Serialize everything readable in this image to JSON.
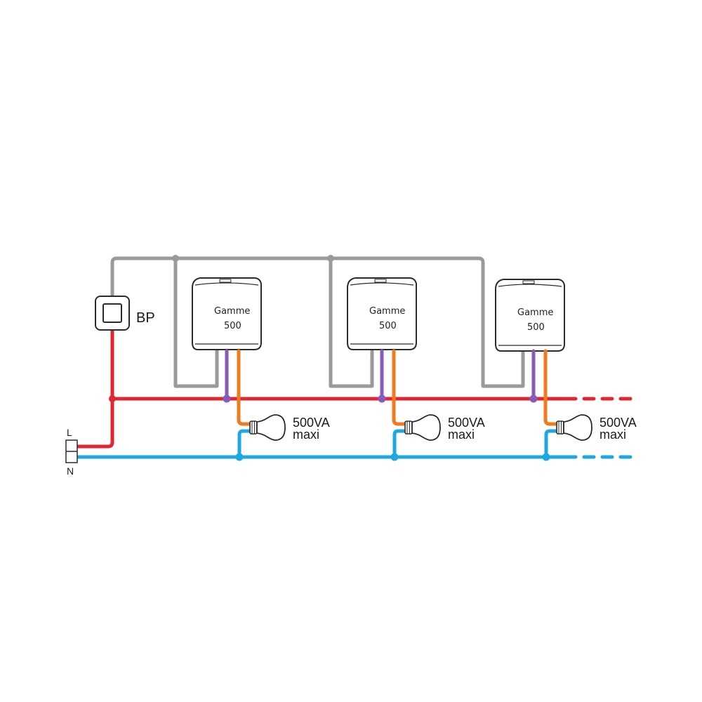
{
  "colors": {
    "phase": "#e32431",
    "neutral": "#1fa8e0",
    "control": "#9a9a9a",
    "load": "#f07a1e",
    "pilot": "#8a5ab8",
    "outline": "#2b2b2b"
  },
  "switch": {
    "label": "BP"
  },
  "supply": {
    "live_label": "L",
    "neutral_label": "N"
  },
  "modules": [
    {
      "line1": "Gamme",
      "line2": "500"
    },
    {
      "line1": "Gamme",
      "line2": "500"
    },
    {
      "line1": "Gamme",
      "line2": "500"
    }
  ],
  "lamps": [
    {
      "line1": "500VA",
      "line2": "maxi"
    },
    {
      "line1": "500VA",
      "line2": "maxi"
    },
    {
      "line1": "500VA",
      "line2": "maxi"
    }
  ]
}
